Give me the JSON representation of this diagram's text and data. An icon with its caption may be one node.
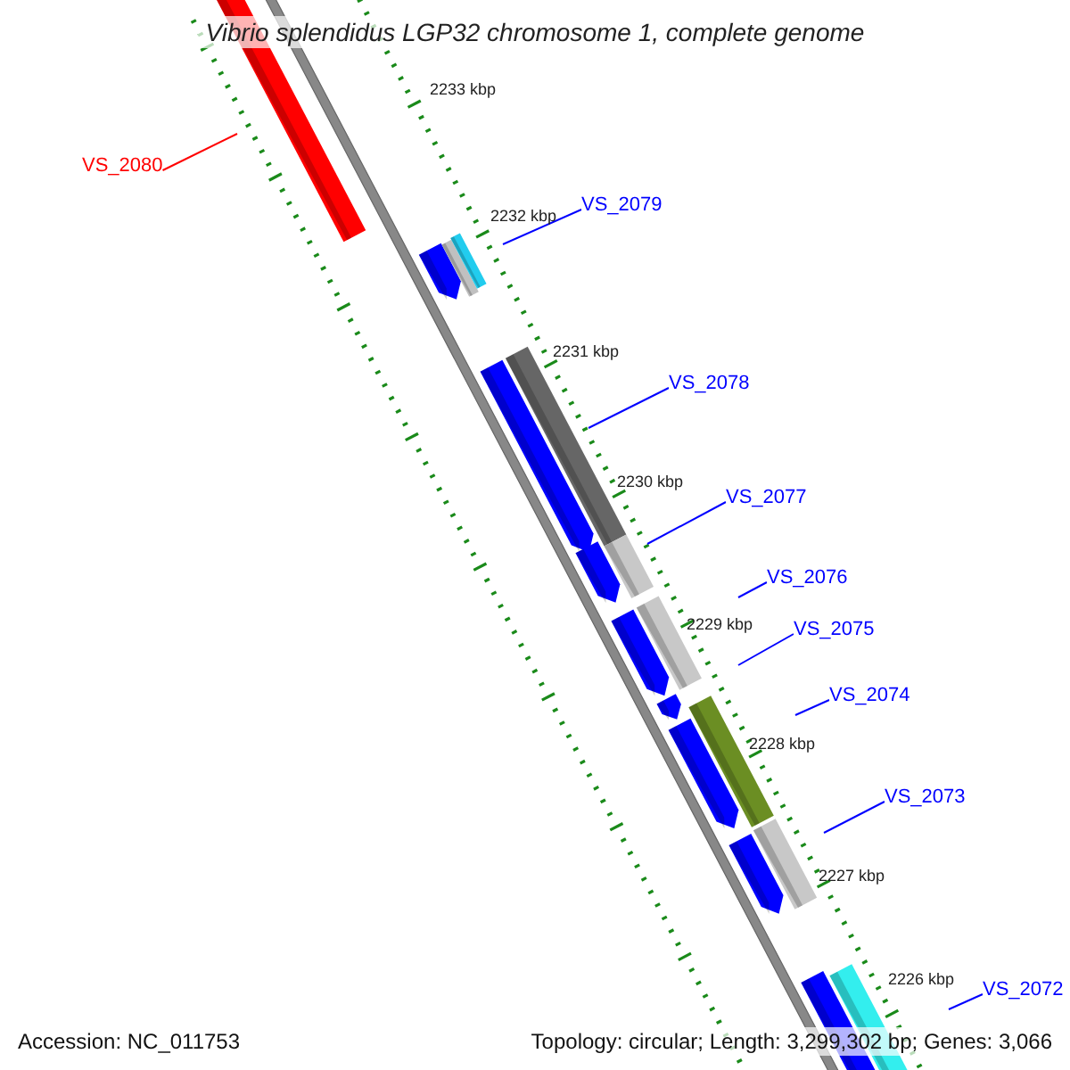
{
  "diagram": {
    "title": "Vibrio splendidus LGP32 chromosome 1, complete genome",
    "nodes": [
      {
        "text": [
          "VS_2080"
        ]
      },
      {
        "text": [
          "VS_2079"
        ]
      },
      {
        "text": [
          "VS_2078"
        ]
      },
      {
        "text": [
          "VS_2077"
        ]
      },
      {
        "text": [
          "VS_2076"
        ]
      },
      {
        "text": [
          "VS_2075"
        ]
      },
      {
        "text": [
          "VS_2074"
        ]
      },
      {
        "text": [
          "VS_2073"
        ]
      },
      {
        "text": [
          "VS_2072"
        ]
      }
    ],
    "edges": [
      {
        "from": 0,
        "to": null,
        "arrow": "none",
        "color": "#ff0000"
      },
      {
        "from": 1,
        "to": null,
        "arrow": "none"
      },
      {
        "from": 2,
        "to": null,
        "arrow": "none"
      },
      {
        "from": 3,
        "to": null,
        "arrow": "none"
      },
      {
        "from": 4,
        "to": null,
        "arrow": "none"
      },
      {
        "from": 5,
        "to": null,
        "arrow": "none"
      },
      {
        "from": 6,
        "to": null,
        "arrow": "none"
      },
      {
        "from": 7,
        "to": null,
        "arrow": "none"
      },
      {
        "from": 8,
        "to": null,
        "arrow": "none"
      }
    ],
    "labels": [
      "2233 kbp",
      "2232 kbp",
      "2231 kbp",
      "2230 kbp",
      "2229 kbp",
      "2228 kbp",
      "2227 kbp",
      "2226 kbp",
      "Accession: NC_011753",
      "Topology: circular; Length: 3,299,302 bp; Genes: 3,066"
    ]
  }
}
